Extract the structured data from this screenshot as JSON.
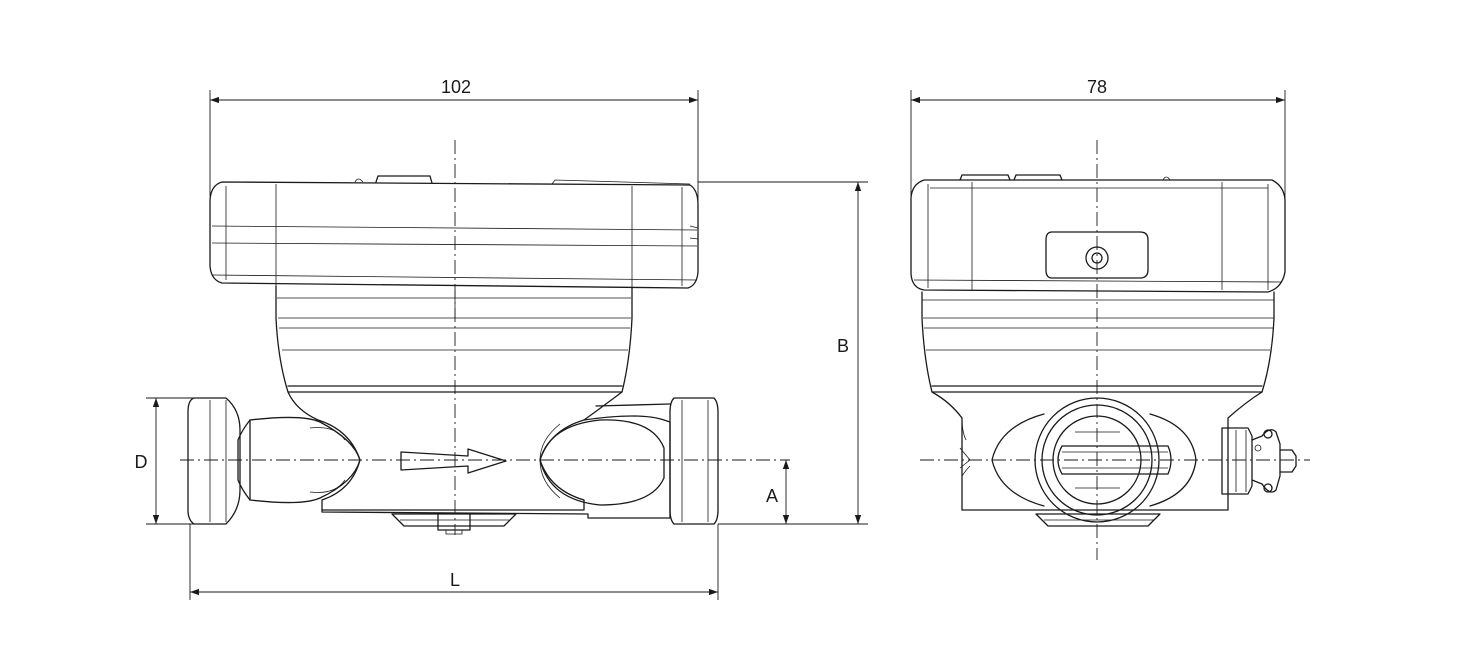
{
  "views": {
    "side": {
      "width_label": "102",
      "length_label": "L",
      "diameter_label": "D",
      "axis_height_label": "A"
    },
    "front": {
      "width_label": "78",
      "height_label": "B"
    }
  }
}
